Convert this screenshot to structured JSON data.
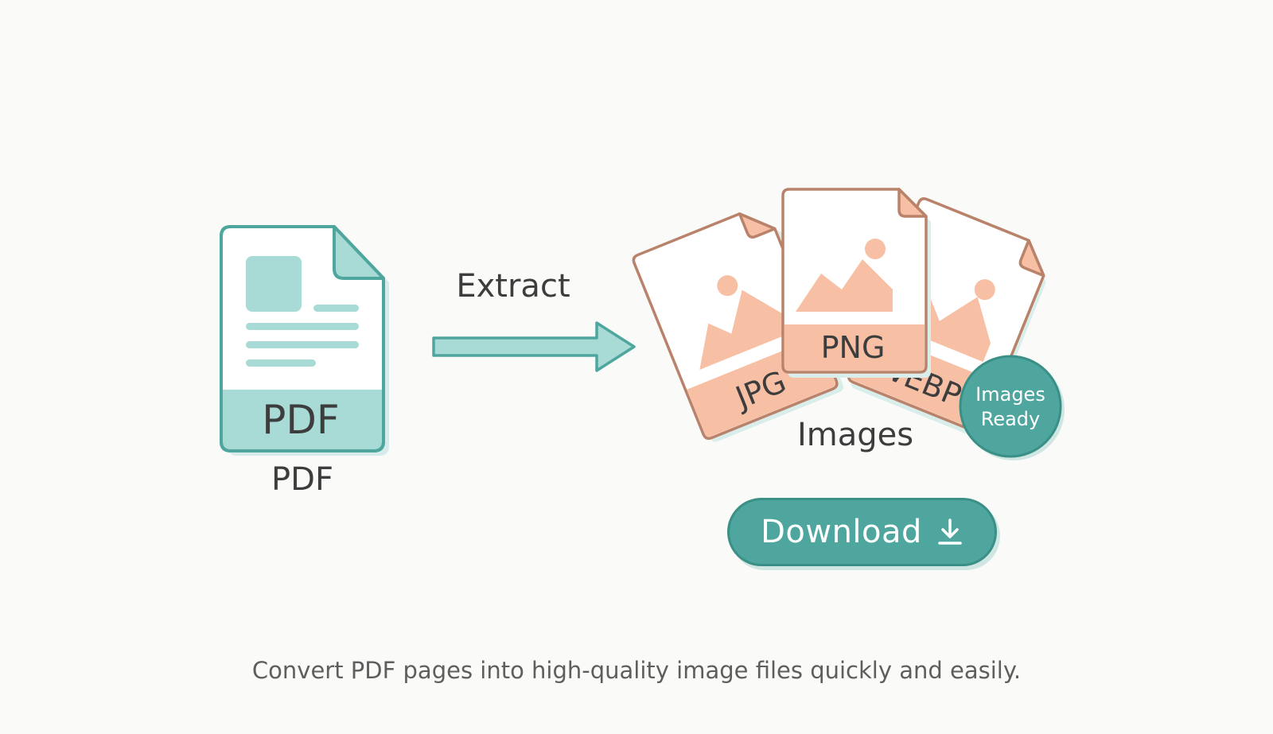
{
  "pdf_file": {
    "icon_text": "PDF",
    "caption": "PDF"
  },
  "conversion": {
    "action_label": "Extract"
  },
  "output": {
    "formats": [
      "JPG",
      "PNG",
      "WEBP"
    ],
    "caption": "Images",
    "badge_line1": "Images",
    "badge_line2": "Ready"
  },
  "download_button": {
    "label": "Download",
    "icon": "download-icon"
  },
  "tagline": "Convert PDF pages into high-quality image files quickly and easily.",
  "colors": {
    "teal": "#4ea69e",
    "teal_light": "#a8dbd5",
    "peach": "#f7bfa4",
    "peach_border": "#b9826a",
    "background": "#fafaf8"
  }
}
